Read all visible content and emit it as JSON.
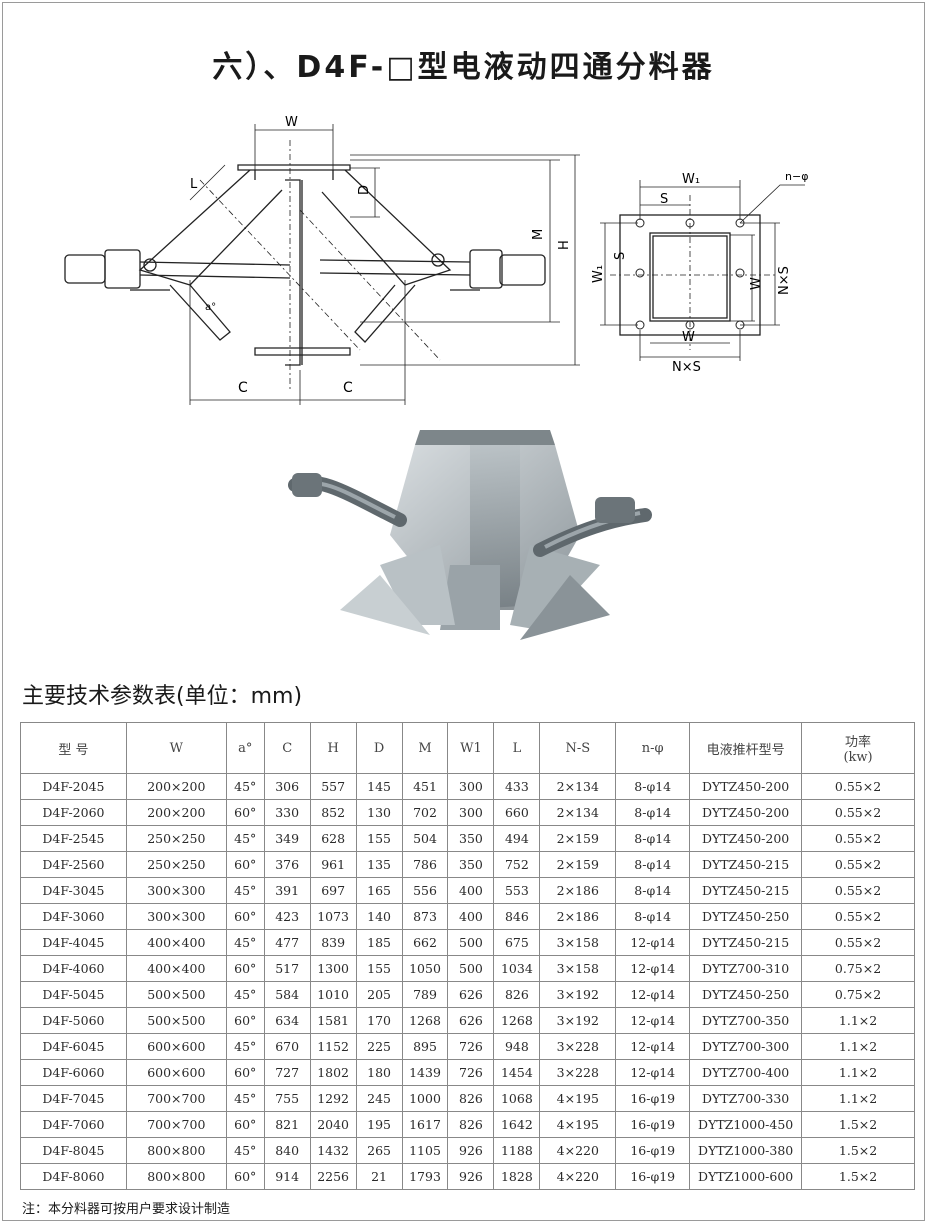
{
  "title": "六）、D4F-□型电液动四通分料器",
  "diagram_labels": {
    "w": "W",
    "d": "D",
    "m": "M",
    "h": "H",
    "l": "L",
    "c_left": "C",
    "c_right": "C",
    "a": "a°",
    "w1_top": "W₁",
    "s_top": "S",
    "w1_side": "W₁",
    "s_side": "S",
    "n_phi": "n−φ",
    "w_right": "W",
    "nxs_right": "N×S",
    "w_bottom": "W",
    "nxs_bottom": "N×S"
  },
  "table": {
    "heading": "主要技术参数表(单位：mm)",
    "columns": [
      "型 号",
      "W",
      "a°",
      "C",
      "H",
      "D",
      "M",
      "W1",
      "L",
      "N-S",
      "n-φ",
      "电液推杆型号",
      "功率\n(kw)"
    ],
    "rows": [
      [
        "D4F-2045",
        "200×200",
        "45°",
        "306",
        "557",
        "145",
        "451",
        "300",
        "433",
        "2×134",
        "8-φ14",
        "DYTZ450-200",
        "0.55×2"
      ],
      [
        "D4F-2060",
        "200×200",
        "60°",
        "330",
        "852",
        "130",
        "702",
        "300",
        "660",
        "2×134",
        "8-φ14",
        "DYTZ450-200",
        "0.55×2"
      ],
      [
        "D4F-2545",
        "250×250",
        "45°",
        "349",
        "628",
        "155",
        "504",
        "350",
        "494",
        "2×159",
        "8-φ14",
        "DYTZ450-200",
        "0.55×2"
      ],
      [
        "D4F-2560",
        "250×250",
        "60°",
        "376",
        "961",
        "135",
        "786",
        "350",
        "752",
        "2×159",
        "8-φ14",
        "DYTZ450-215",
        "0.55×2"
      ],
      [
        "D4F-3045",
        "300×300",
        "45°",
        "391",
        "697",
        "165",
        "556",
        "400",
        "553",
        "2×186",
        "8-φ14",
        "DYTZ450-215",
        "0.55×2"
      ],
      [
        "D4F-3060",
        "300×300",
        "60°",
        "423",
        "1073",
        "140",
        "873",
        "400",
        "846",
        "2×186",
        "8-φ14",
        "DYTZ450-250",
        "0.55×2"
      ],
      [
        "D4F-4045",
        "400×400",
        "45°",
        "477",
        "839",
        "185",
        "662",
        "500",
        "675",
        "3×158",
        "12-φ14",
        "DYTZ450-215",
        "0.55×2"
      ],
      [
        "D4F-4060",
        "400×400",
        "60°",
        "517",
        "1300",
        "155",
        "1050",
        "500",
        "1034",
        "3×158",
        "12-φ14",
        "DYTZ700-310",
        "0.75×2"
      ],
      [
        "D4F-5045",
        "500×500",
        "45°",
        "584",
        "1010",
        "205",
        "789",
        "626",
        "826",
        "3×192",
        "12-φ14",
        "DYTZ450-250",
        "0.75×2"
      ],
      [
        "D4F-5060",
        "500×500",
        "60°",
        "634",
        "1581",
        "170",
        "1268",
        "626",
        "1268",
        "3×192",
        "12-φ14",
        "DYTZ700-350",
        "1.1×2"
      ],
      [
        "D4F-6045",
        "600×600",
        "45°",
        "670",
        "1152",
        "225",
        "895",
        "726",
        "948",
        "3×228",
        "12-φ14",
        "DYTZ700-300",
        "1.1×2"
      ],
      [
        "D4F-6060",
        "600×600",
        "60°",
        "727",
        "1802",
        "180",
        "1439",
        "726",
        "1454",
        "3×228",
        "12-φ14",
        "DYTZ700-400",
        "1.1×2"
      ],
      [
        "D4F-7045",
        "700×700",
        "45°",
        "755",
        "1292",
        "245",
        "1000",
        "826",
        "1068",
        "4×195",
        "16-φ19",
        "DYTZ700-330",
        "1.1×2"
      ],
      [
        "D4F-7060",
        "700×700",
        "60°",
        "821",
        "2040",
        "195",
        "1617",
        "826",
        "1642",
        "4×195",
        "16-φ19",
        "DYTZ1000-450",
        "1.5×2"
      ],
      [
        "D4F-8045",
        "800×800",
        "45°",
        "840",
        "1432",
        "265",
        "1105",
        "926",
        "1188",
        "4×220",
        "16-φ19",
        "DYTZ1000-380",
        "1.5×2"
      ],
      [
        "D4F-8060",
        "800×800",
        "60°",
        "914",
        "2256",
        "21",
        "1793",
        "926",
        "1828",
        "4×220",
        "16-φ19",
        "DYTZ1000-600",
        "1.5×2"
      ]
    ]
  },
  "note": "注：本分料器可按用户要求设计制造"
}
